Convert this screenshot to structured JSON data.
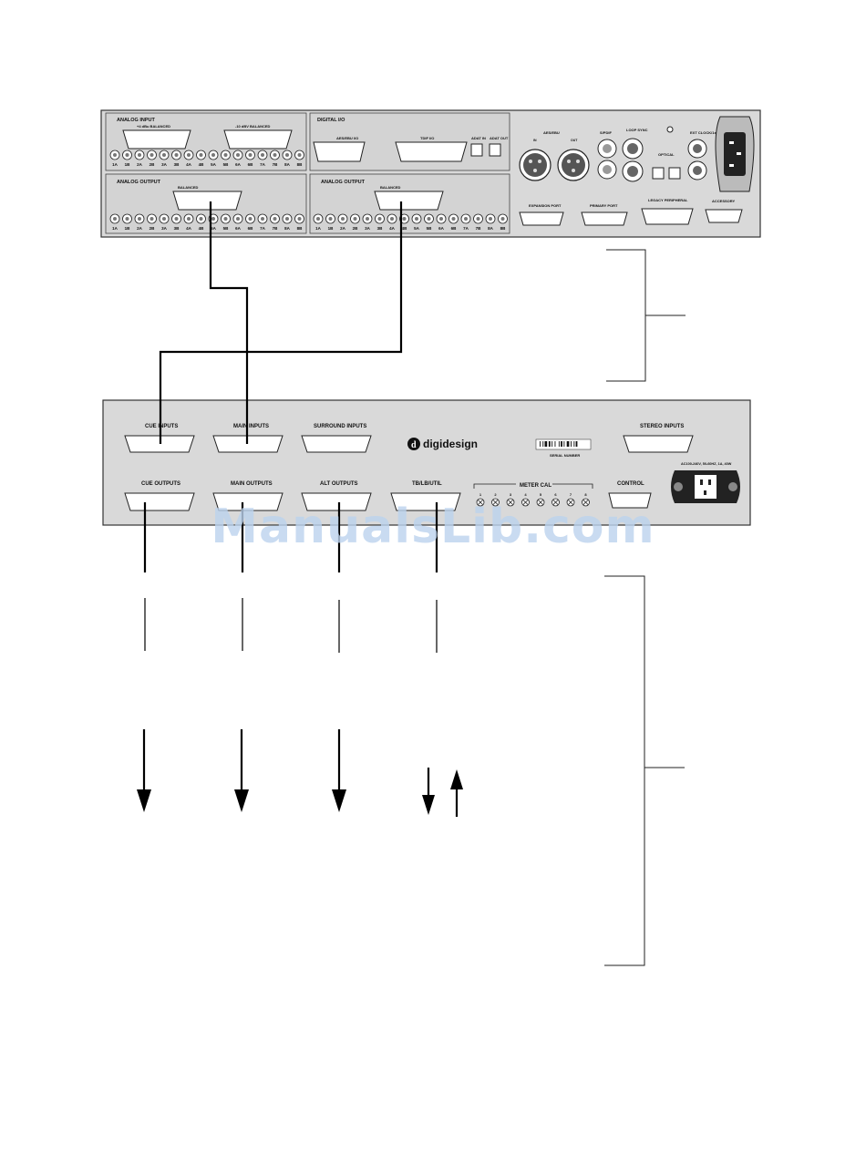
{
  "interface_panel": {
    "analog_input": {
      "title": "ANALOG INPUT",
      "sub_plus4": "+4 dBu BALANCED",
      "sub_minus10": "-10 dBV BALANCED",
      "channels": [
        "1A",
        "1B",
        "2A",
        "2B",
        "3A",
        "3B",
        "4A",
        "4B",
        "5A",
        "5B",
        "6A",
        "6B",
        "7A",
        "7B",
        "8A",
        "8B"
      ]
    },
    "digital_io": {
      "title": "DIGITAL I/O",
      "aes": "AES/EBU I/O",
      "tdif": "TDIF I/O",
      "adat_in": "ADAT IN",
      "adat_out": "ADAT OUT"
    },
    "analog_output_1": {
      "title": "ANALOG OUTPUT",
      "sub": "BALANCED",
      "channels": [
        "1A",
        "1B",
        "2A",
        "2B",
        "3A",
        "3B",
        "4A",
        "4B",
        "5A",
        "5B",
        "6A",
        "6B",
        "7A",
        "7B",
        "8A",
        "8B"
      ]
    },
    "analog_output_2": {
      "title": "ANALOG OUTPUT",
      "sub": "BALANCED",
      "channels": [
        "1A",
        "1B",
        "2A",
        "2B",
        "3A",
        "3B",
        "4A",
        "4B",
        "5A",
        "5B",
        "6A",
        "6B",
        "7A",
        "7B",
        "8A",
        "8B"
      ]
    },
    "right": {
      "aes_ebu": "AES/EBU",
      "spdif": "S/PDIF",
      "loop_sync": "LOOP SYNC",
      "optical": "OPTICAL",
      "ext_clock": "EXT CLOCK/1x",
      "in": "IN",
      "out": "OUT",
      "expansion_port": "EXPANSION PORT",
      "primary_port": "PRIMARY PORT",
      "legacy_peripheral": "LEGACY PERIPHERAL",
      "accessory": "ACCESSORY"
    }
  },
  "monitor_panel": {
    "brand": "digidesign",
    "serial": "SERIAL NUMBER",
    "cue_inputs": "CUE INPUTS",
    "main_inputs": "MAIN INPUTS",
    "surround_inputs": "SURROUND INPUTS",
    "stereo_inputs": "STEREO INPUTS",
    "cue_outputs": "CUE OUTPUTS",
    "main_outputs": "MAIN OUTPUTS",
    "alt_outputs": "ALT OUTPUTS",
    "tb_lb_util": "TB/LB/UTIL",
    "meter_cal": "METER CAL",
    "meter_channels": [
      "1",
      "2",
      "3",
      "4",
      "5",
      "6",
      "7",
      "8"
    ],
    "control": "CONTROL",
    "power": "AC100-240V, 50-60HZ, 1A, 40W"
  },
  "watermark": "ManualsLib.com",
  "colors": {
    "panel": "#d9d9d9",
    "outline": "#222222",
    "cable": "#000000",
    "watermark": "#bcd3ee"
  }
}
